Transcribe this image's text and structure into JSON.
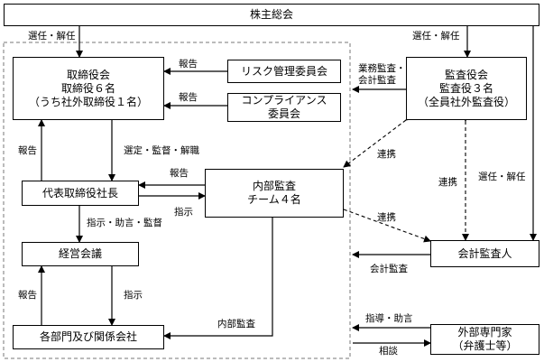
{
  "nodes": {
    "shareholders": {
      "lines": [
        "株主総会"
      ]
    },
    "board": {
      "lines": [
        "取締役会",
        "取締役６名",
        "（うち社外取締役１名）"
      ]
    },
    "risk": {
      "lines": [
        "リスク管理委員会"
      ]
    },
    "compliance": {
      "lines": [
        "コンプライアンス",
        "委員会"
      ]
    },
    "auditors": {
      "lines": [
        "監査役会",
        "監査役３名",
        "（全員社外監査役）"
      ]
    },
    "president": {
      "lines": [
        "代表取締役社長"
      ]
    },
    "internal_audit": {
      "lines": [
        "内部監査",
        "チーム４名"
      ]
    },
    "management": {
      "lines": [
        "経営会議"
      ]
    },
    "accounting_auditor": {
      "lines": [
        "会計監査人"
      ]
    },
    "departments": {
      "lines": [
        "各部門及び関係会社"
      ]
    },
    "experts": {
      "lines": [
        "外部専門家",
        "（弁護士等）"
      ]
    }
  },
  "edge_labels": {
    "elect_board": [
      "選任・解任"
    ],
    "elect_auditors": [
      "選任・解任"
    ],
    "report_risk": [
      "報告"
    ],
    "report_compliance": [
      "報告"
    ],
    "audit_board": [
      "業務監査・",
      "会計監査"
    ],
    "report_president": [
      "報告"
    ],
    "select_president": [
      "選定・監督・解職"
    ],
    "report_internal": [
      "報告"
    ],
    "instruct_internal": [
      "指示"
    ],
    "cooperate_auditors_internal": [
      "連携"
    ],
    "cooperate_auditors_accounting": [
      "連携"
    ],
    "elect_accounting": [
      "選任・解任"
    ],
    "instruct_management": [
      "指示・助言・監督"
    ],
    "cooperate_internal_accounting": [
      "連携"
    ],
    "accounting_audit": [
      "会計監査"
    ],
    "report_management": [
      "報告"
    ],
    "instruct_departments": [
      "指示"
    ],
    "internal_audit_departments": [
      "内部監査"
    ],
    "guidance": [
      "指導・助言"
    ],
    "consultation": [
      "相談"
    ]
  }
}
